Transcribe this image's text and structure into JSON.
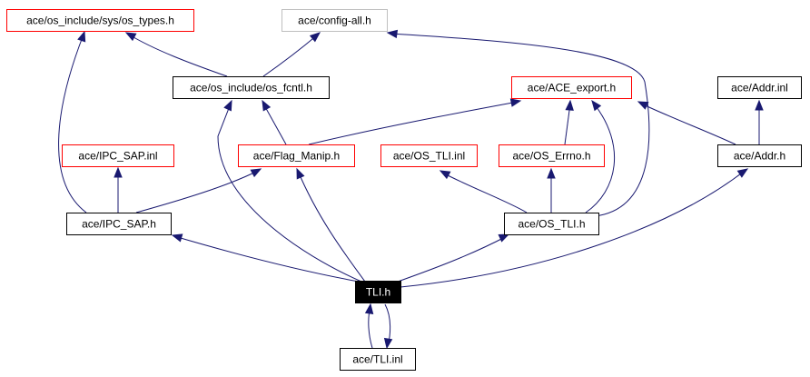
{
  "colors": {
    "edge": "#191970",
    "border_default": "#000000",
    "border_red": "#ff0000",
    "border_gray": "#bfbfbf",
    "selected_fill": "#000000",
    "selected_text": "#ffffff"
  },
  "nodes": [
    {
      "id": "os_types",
      "label": "ace/os_include/sys/os_types.h",
      "border": "red",
      "link": true
    },
    {
      "id": "config_all",
      "label": "ace/config-all.h",
      "border": "gray",
      "link": false
    },
    {
      "id": "os_fcntl",
      "label": "ace/os_include/os_fcntl.h",
      "border": "black",
      "link": true
    },
    {
      "id": "ace_export",
      "label": "ace/ACE_export.h",
      "border": "red",
      "link": true
    },
    {
      "id": "addr_inl",
      "label": "ace/Addr.inl",
      "border": "black",
      "link": true
    },
    {
      "id": "ipc_sap_inl",
      "label": "ace/IPC_SAP.inl",
      "border": "red",
      "link": true
    },
    {
      "id": "flag_manip",
      "label": "ace/Flag_Manip.h",
      "border": "red",
      "link": true
    },
    {
      "id": "os_tli_inl",
      "label": "ace/OS_TLI.inl",
      "border": "red",
      "link": true
    },
    {
      "id": "os_errno",
      "label": "ace/OS_Errno.h",
      "border": "red",
      "link": true
    },
    {
      "id": "addr_h",
      "label": "ace/Addr.h",
      "border": "black",
      "link": true
    },
    {
      "id": "ipc_sap_h",
      "label": "ace/IPC_SAP.h",
      "border": "black",
      "link": true
    },
    {
      "id": "os_tli_h",
      "label": "ace/OS_TLI.h",
      "border": "black",
      "link": true
    },
    {
      "id": "tli_h",
      "label": "TLI.h",
      "border": "black",
      "link": false,
      "selected": true
    },
    {
      "id": "tli_inl",
      "label": "ace/TLI.inl",
      "border": "black",
      "link": true
    }
  ],
  "edges": [
    {
      "from": "tli_h",
      "to": "ipc_sap_h"
    },
    {
      "from": "tli_h",
      "to": "os_tli_h"
    },
    {
      "from": "tli_h",
      "to": "os_fcntl"
    },
    {
      "from": "tli_h",
      "to": "flag_manip"
    },
    {
      "from": "tli_h",
      "to": "addr_h"
    },
    {
      "from": "tli_h",
      "to": "tli_inl"
    },
    {
      "from": "tli_inl",
      "to": "tli_h"
    },
    {
      "from": "ipc_sap_h",
      "to": "ipc_sap_inl"
    },
    {
      "from": "ipc_sap_h",
      "to": "flag_manip"
    },
    {
      "from": "ipc_sap_h",
      "to": "os_types"
    },
    {
      "from": "os_fcntl",
      "to": "os_types"
    },
    {
      "from": "os_fcntl",
      "to": "config_all"
    },
    {
      "from": "flag_manip",
      "to": "os_fcntl"
    },
    {
      "from": "flag_manip",
      "to": "ace_export"
    },
    {
      "from": "os_tli_h",
      "to": "os_tli_inl"
    },
    {
      "from": "os_tli_h",
      "to": "os_errno"
    },
    {
      "from": "os_tli_h",
      "to": "ace_export"
    },
    {
      "from": "os_tli_h",
      "to": "config_all"
    },
    {
      "from": "os_errno",
      "to": "ace_export"
    },
    {
      "from": "addr_h",
      "to": "addr_inl"
    },
    {
      "from": "addr_h",
      "to": "ace_export"
    }
  ]
}
